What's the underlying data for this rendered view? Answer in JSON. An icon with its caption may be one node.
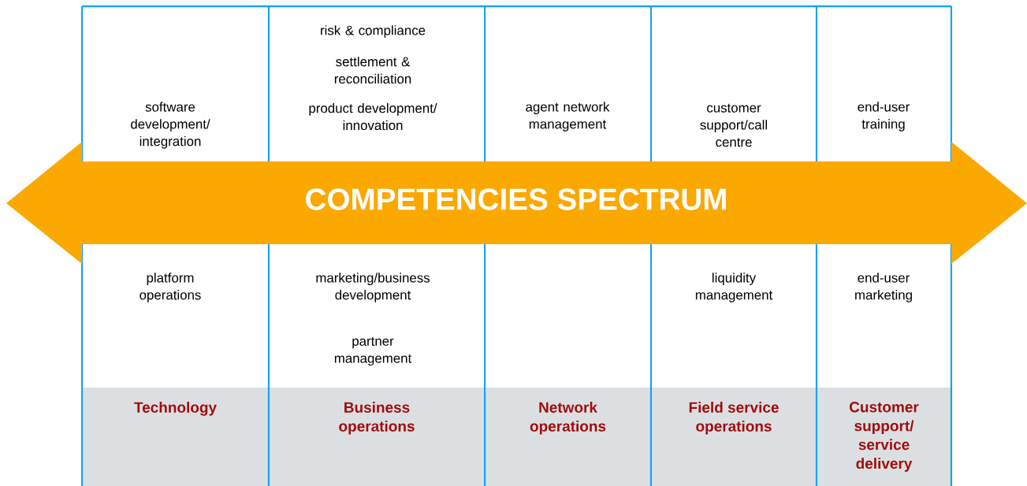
{
  "diagram": {
    "nodes": [
      {
        "text": [
          "Technology"
        ]
      },
      {
        "text": [
          "software development/ integration"
        ]
      },
      {
        "text": [
          "platform operations"
        ]
      },
      {
        "text": [
          "Business operations"
        ]
      },
      {
        "text": [
          "risk & compliance"
        ]
      },
      {
        "text": [
          "settlement & reconciliation"
        ]
      },
      {
        "text": [
          "product development/ innovation"
        ]
      },
      {
        "text": [
          "marketing/business development"
        ]
      },
      {
        "text": [
          "partner management"
        ]
      },
      {
        "text": [
          "Network operations"
        ]
      },
      {
        "text": [
          "agent network management"
        ]
      },
      {
        "text": [
          "Field service operations"
        ]
      },
      {
        "text": [
          "customer support/call centre"
        ]
      },
      {
        "text": [
          "liquidity management"
        ]
      },
      {
        "text": [
          "Customer support/ service delivery"
        ]
      },
      {
        "text": [
          "end-user training"
        ]
      },
      {
        "text": [
          "end-user marketing"
        ]
      },
      {
        "text": [
          "COMPETENCIES SPECTRUM"
        ]
      }
    ]
  }
}
